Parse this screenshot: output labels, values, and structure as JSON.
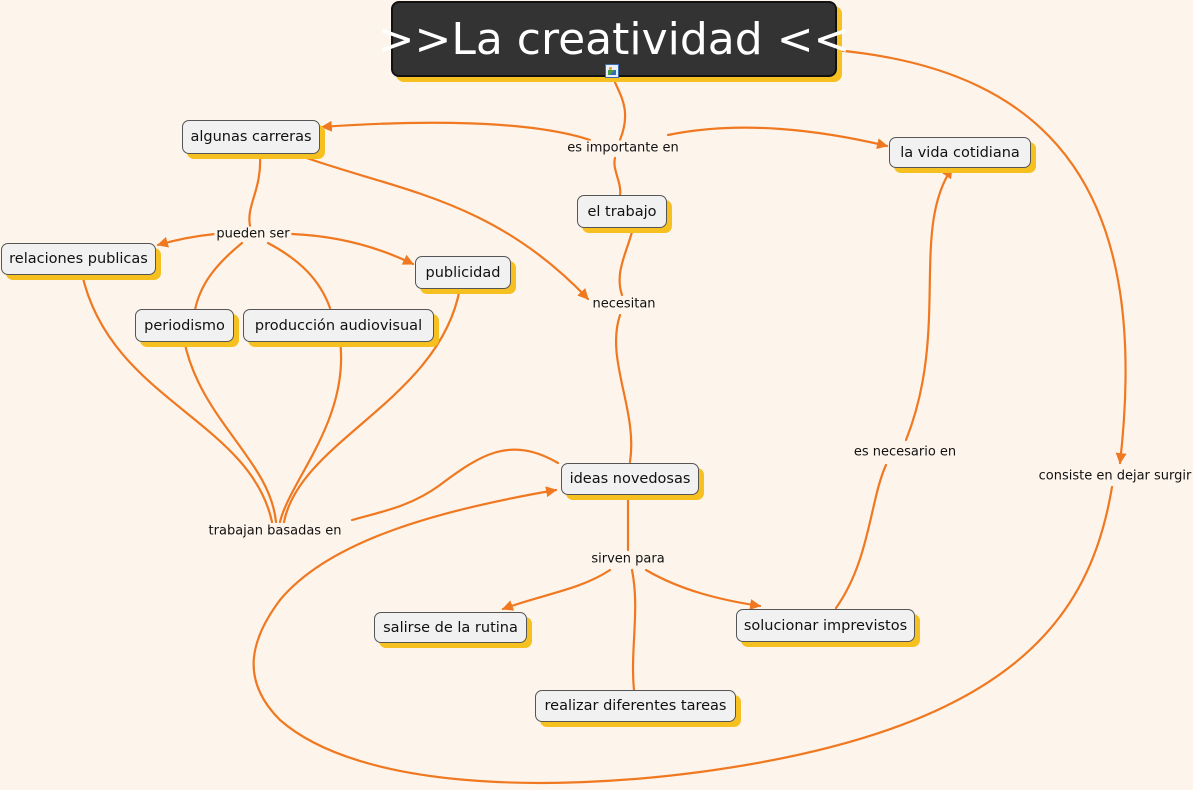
{
  "title": ">>La creatividad <<",
  "title_icon": "image-icon",
  "colors": {
    "background": "#fdf5ec",
    "connector": "#f07820",
    "node_fill": "#f1f1f1",
    "node_shadow": "#f5c020",
    "title_fill": "#333333"
  },
  "nodes": {
    "algunas_carreras": "algunas carreras",
    "la_vida_cotidiana": "la vida cotidiana",
    "el_trabajo": "el trabajo",
    "relaciones_publicas": "relaciones publicas",
    "publicidad": "publicidad",
    "periodismo": "periodismo",
    "produccion_audiovisual": "producción audiovisual",
    "ideas_novedosas": "ideas novedosas",
    "salirse_de_la_rutina": "salirse de la rutina",
    "solucionar_imprevistos": "solucionar imprevistos",
    "realizar_diferentes_tareas": "realizar diferentes tareas"
  },
  "link_labels": {
    "es_importante_en": "es importante en",
    "pueden_ser": "pueden ser",
    "necesitan": "necesitan",
    "es_necesario_en": "es necesario en",
    "consiste_en_dejar_surgir": "consiste en dejar surgir",
    "trabajan_basadas_en": "trabajan basadas en",
    "sirven_para": "sirven para"
  }
}
